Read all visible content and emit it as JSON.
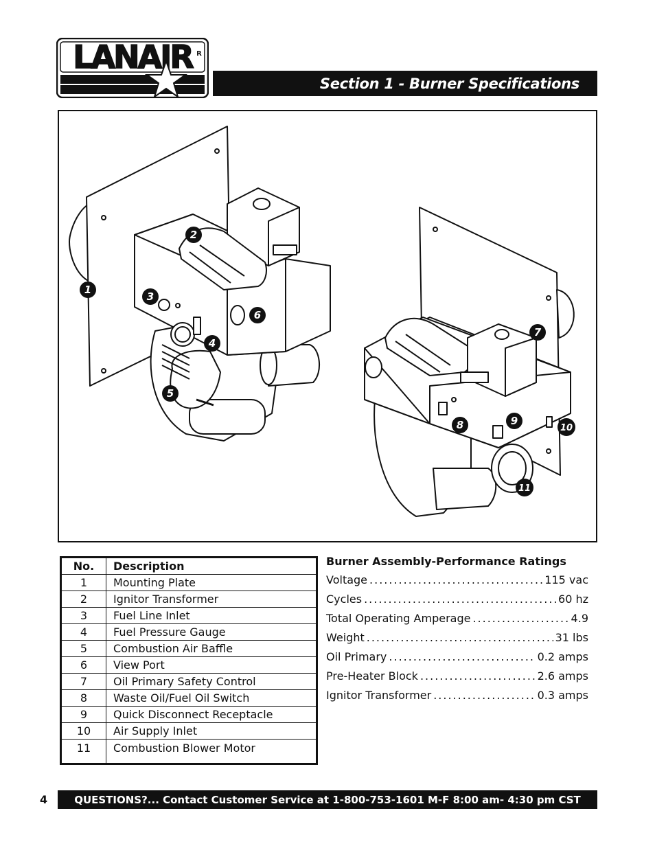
{
  "header": {
    "logo_text": "LANAIR",
    "registered_mark": "R",
    "section_title": "Section 1 - Burner Specifications"
  },
  "diagram": {
    "callouts": [
      "1",
      "2",
      "3",
      "4",
      "5",
      "6",
      "7",
      "8",
      "9",
      "10",
      "11"
    ]
  },
  "parts_table": {
    "headers": {
      "no": "No.",
      "description": "Description"
    },
    "rows": [
      {
        "no": "1",
        "description": "Mounting Plate"
      },
      {
        "no": "2",
        "description": "Ignitor Transformer"
      },
      {
        "no": "3",
        "description": "Fuel Line Inlet"
      },
      {
        "no": "4",
        "description": "Fuel Pressure Gauge"
      },
      {
        "no": "5",
        "description": "Combustion Air Baffle"
      },
      {
        "no": "6",
        "description": "View Port"
      },
      {
        "no": "7",
        "description": "Oil Primary Safety Control"
      },
      {
        "no": "8",
        "description": "Waste Oil/Fuel Oil Switch"
      },
      {
        "no": "9",
        "description": "Quick Disconnect Receptacle"
      },
      {
        "no": "10",
        "description": "Air Supply Inlet"
      },
      {
        "no": "11",
        "description": "Combustion Blower Motor"
      }
    ]
  },
  "ratings": {
    "title": "Burner Assembly-Performance Ratings",
    "items": [
      {
        "label": "Voltage",
        "value": "115 vac"
      },
      {
        "label": "Cycles",
        "value": "60 hz"
      },
      {
        "label": "Total Operating Amperage",
        "value": "4.9"
      },
      {
        "label": "Weight",
        "value": "31 lbs"
      },
      {
        "label": "Oil Primary",
        "value": "0.2 amps"
      },
      {
        "label": "Pre-Heater Block",
        "value": "2.6 amps"
      },
      {
        "label": "Ignitor Transformer",
        "value": "0.3 amps"
      }
    ]
  },
  "footer": {
    "page_number": "4",
    "contact_text": "QUESTIONS?... Contact Customer Service at 1-800-753-1601 M-F 8:00 am- 4:30 pm CST"
  }
}
